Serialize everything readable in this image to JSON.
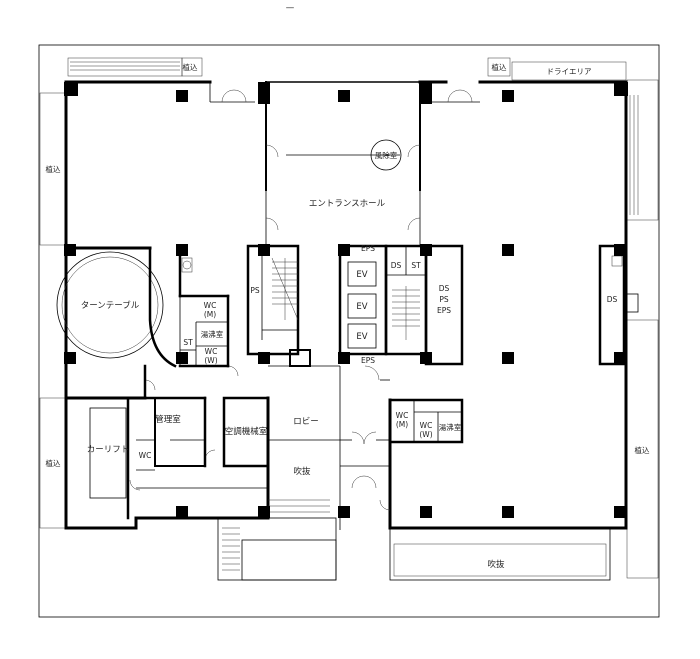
{
  "labels": {
    "plant_top_left": "植込",
    "plant_top_right": "植込",
    "dry_area": "ドライエリア",
    "plant_left_upper": "植込",
    "plant_left_lower": "植込",
    "plant_right": "植込",
    "windbreak": "風除室",
    "entrance_hall": "エントランスホール",
    "turntable": "ターンテーブル",
    "wc_m_left": "WC\n(M)",
    "hot_water_left": "湯沸室",
    "st_left": "ST",
    "wc_w_left": "WC\n(W)",
    "ps": "PS",
    "eps_top": "EPS",
    "eps_bottom": "EPS",
    "ev1": "EV",
    "ev2": "EV",
    "ev3": "EV",
    "ds_core": "DS",
    "st_core": "ST",
    "ds_ps_eps": "DS\nPS\nEPS",
    "ds_right": "DS",
    "management": "管理室",
    "wc_small": "WC",
    "hvac_room": "空調機械室",
    "car_lift": "カーリフト",
    "lobby": "ロビー",
    "void_center": "吹抜",
    "wc_m_right": "WC\n(M)",
    "wc_w_right": "WC\n(W)",
    "hot_water_right": "湯沸室",
    "void_bottom": "吹抜",
    "top_mark": "—"
  }
}
